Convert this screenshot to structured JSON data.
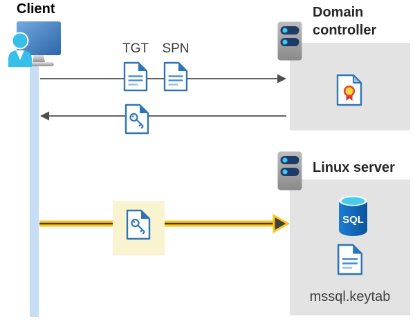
{
  "colors": {
    "accent-blue": "#2E75B6",
    "doc-line-blue": "#4A90D4",
    "doc-line-light": "#9CC3E8",
    "person-cyan": "#35BFE9",
    "arrow-gray": "#4D4D4D",
    "arrow-dark": "#404040",
    "yellow": "#FFC713",
    "box-gray": "#E3E3E3",
    "highlight-cream": "#FAF3CF",
    "timeline-blue": "#C7DCF5",
    "server-navy": "#1E3A66",
    "server-dot-cyan": "#41C8F0",
    "text-dark": "#262626",
    "text-gray": "#3F3F3F"
  },
  "client": {
    "label": "Client"
  },
  "tickets": {
    "tgt_label": "TGT",
    "spn_label": "SPN"
  },
  "domain_controller": {
    "label": "Domain controller"
  },
  "linux_server": {
    "label": "Linux server",
    "sql_label": "SQL",
    "keytab_label": "mssql.keytab"
  }
}
